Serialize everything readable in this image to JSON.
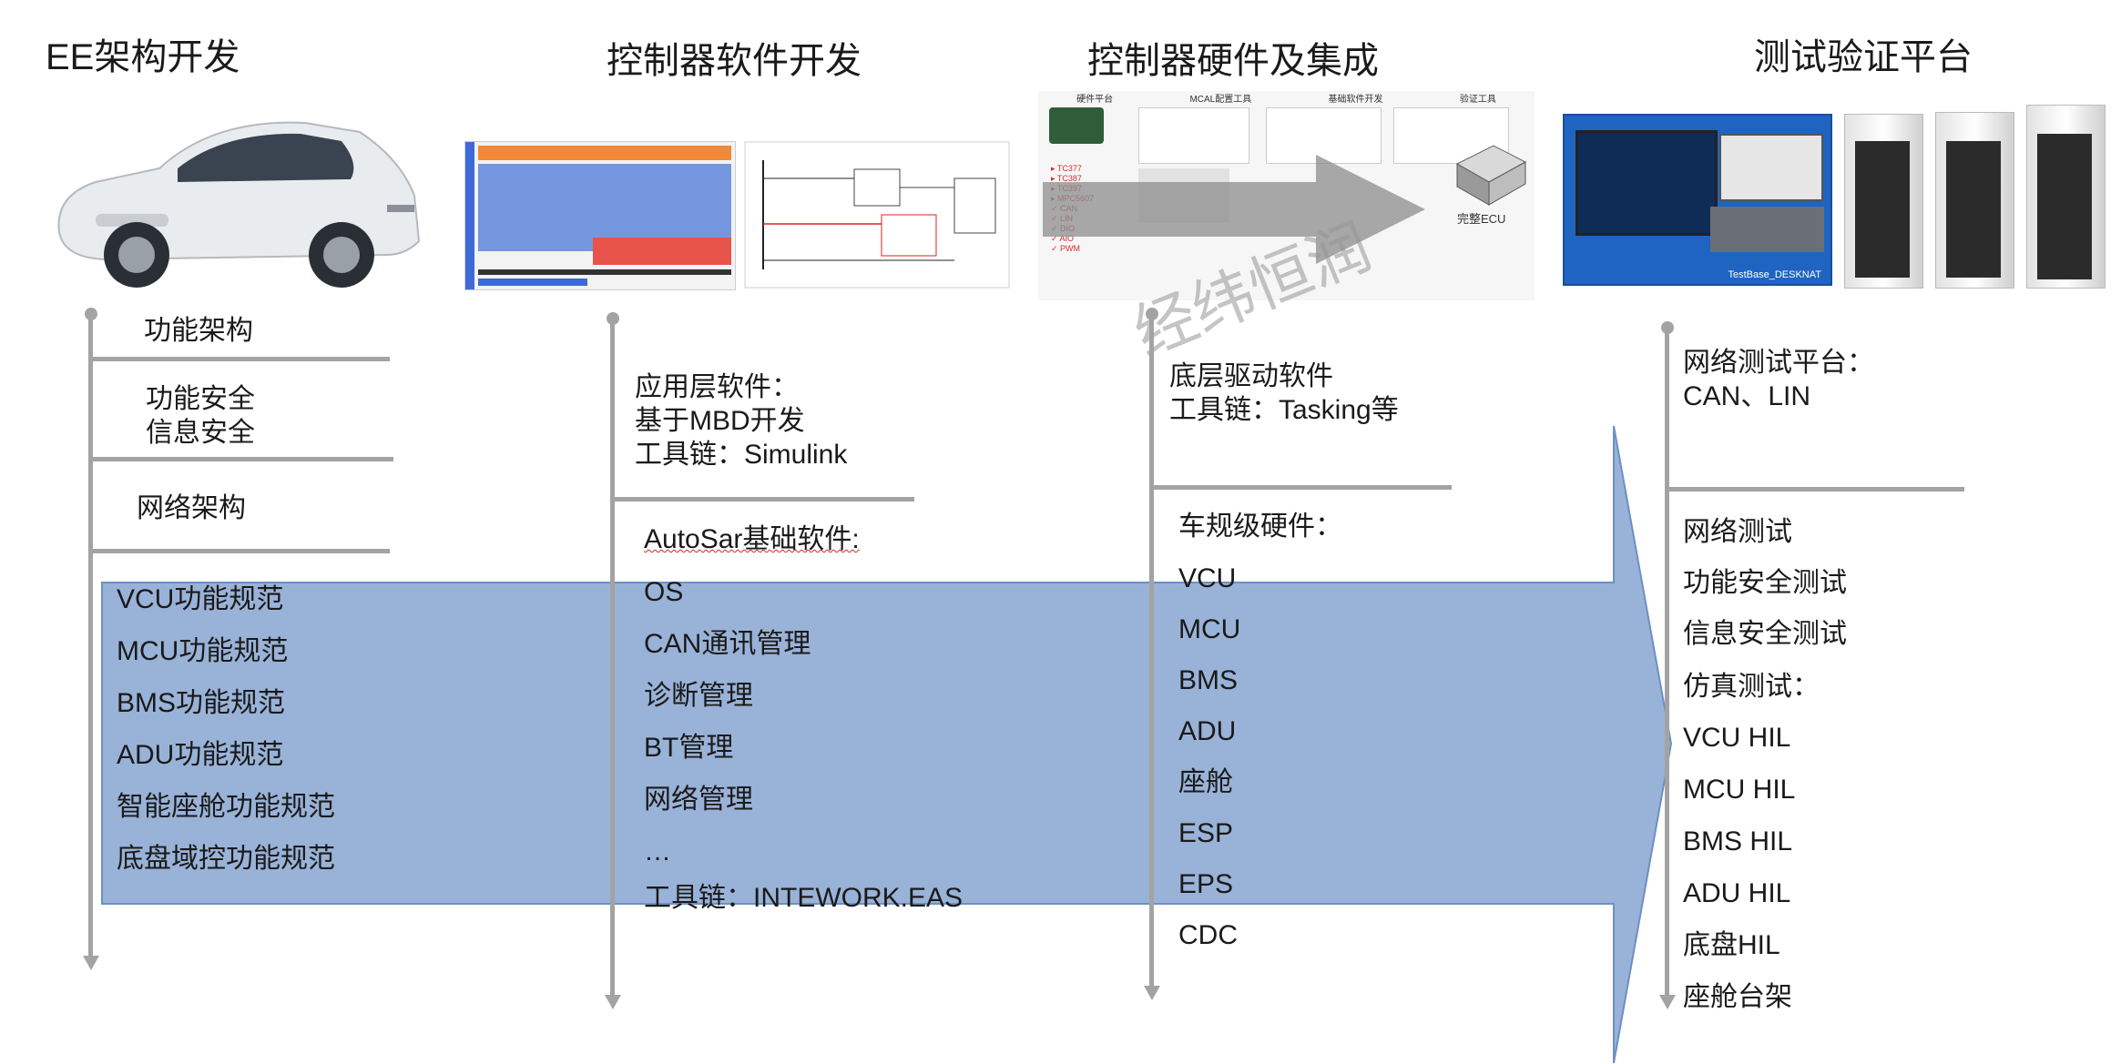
{
  "columns": [
    {
      "title": "EE架构开发",
      "top_items": [
        "功能架构",
        "功能安全\n信息安全",
        "网络架构"
      ],
      "spec_items": [
        "VCU功能规范",
        "MCU功能规范",
        "BMS功能规范",
        "ADU功能规范",
        "智能座舱功能规范",
        "底盘域控功能规范"
      ]
    },
    {
      "title": "控制器软件开发",
      "app_block": "应用层软件：\n基于MBD开发\n工具链：Simulink",
      "base_heading": "AutoSar基础软件:",
      "base_items": [
        "OS",
        "CAN通讯管理",
        "诊断管理",
        "BT管理",
        "网络管理",
        "…",
        "工具链：INTEWORK.EAS"
      ]
    },
    {
      "title": "控制器硬件及集成",
      "driver_block": "底层驱动软件\n工具链：Tasking等",
      "hw_heading": "车规级硬件：",
      "hw_items": [
        "VCU",
        "MCU",
        "BMS",
        "ADU",
        "座舱",
        "ESP",
        "EPS",
        "CDC"
      ]
    },
    {
      "title": "测试验证平台",
      "platform_block": "网络测试平台：\nCAN、LIN",
      "test_items": [
        "网络测试",
        "功能安全测试",
        "信息安全测试",
        "仿真测试：",
        "VCU HIL",
        "MCU HIL",
        "BMS HIL",
        "ADU HIL",
        "底盘HIL",
        "座舱台架"
      ]
    }
  ],
  "images": {
    "hw_labels": [
      "硬件平台",
      "MCAL配置工具",
      "基础软件开发",
      "验证工具"
    ],
    "ecu_label": "完整ECU",
    "testbase_label": "TestBase_DESKNAT"
  },
  "watermark": "经纬恒润",
  "colors": {
    "arrow": "#8eaad3",
    "lines": "#a3a3a3",
    "text": "#1a1a1a"
  }
}
